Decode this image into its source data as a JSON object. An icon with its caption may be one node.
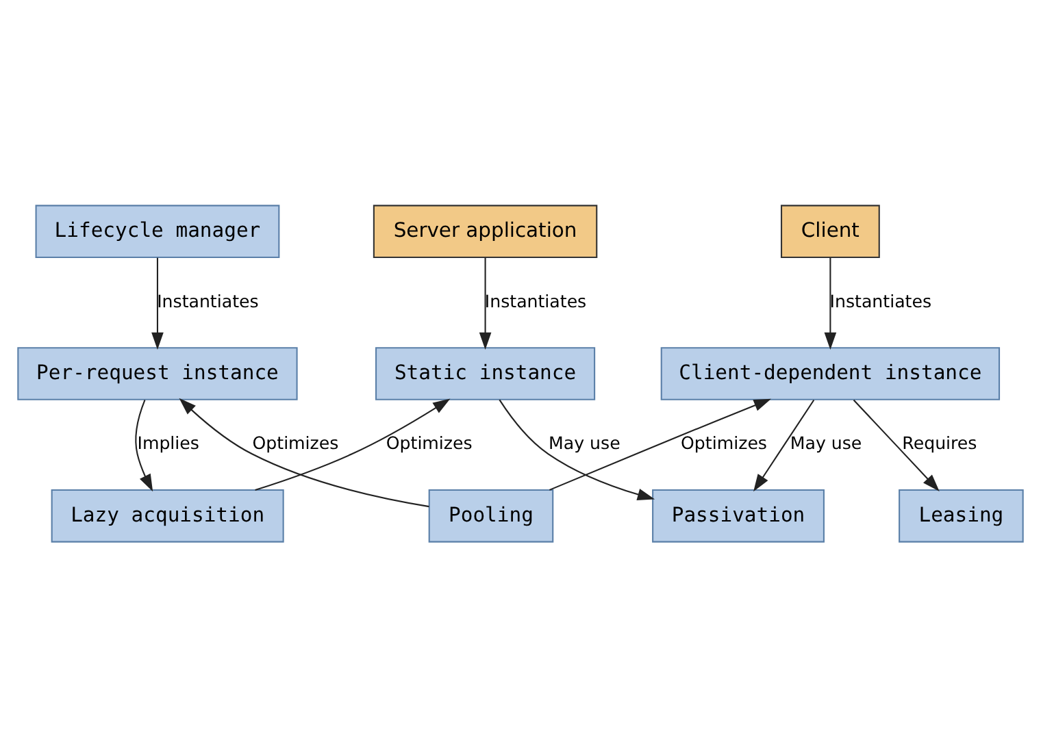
{
  "diagram": {
    "nodes": [
      {
        "text": [
          "Server application"
        ]
      },
      {
        "text": [
          "Lifecycle manager"
        ]
      },
      {
        "text": [
          "Client"
        ]
      },
      {
        "text": [
          "Static instance"
        ]
      },
      {
        "text": [
          "Per-request instance"
        ]
      },
      {
        "text": [
          "Client-dependent instance"
        ]
      },
      {
        "text": [
          "Lazy acquisition"
        ]
      },
      {
        "text": [
          "Pooling"
        ]
      },
      {
        "text": [
          "Leasing"
        ]
      },
      {
        "text": [
          "Passivation"
        ]
      }
    ],
    "edges": [
      {
        "from": 0,
        "to": 3,
        "arrow": "to",
        "label": "Instantiates"
      },
      {
        "from": 1,
        "to": 4,
        "arrow": "to",
        "label": "Instantiates"
      },
      {
        "from": 2,
        "to": 5,
        "arrow": "to",
        "label": "Instantiates"
      },
      {
        "from": 6,
        "to": 3,
        "arrow": "to",
        "label": "Optimizes"
      },
      {
        "from": 4,
        "to": 6,
        "arrow": "to",
        "label": "Implies"
      },
      {
        "from": 7,
        "to": 4,
        "arrow": "to",
        "label": "Optimizes"
      },
      {
        "from": 7,
        "to": 5,
        "arrow": "to",
        "label": "Optimizes"
      },
      {
        "from": 5,
        "to": 8,
        "arrow": "to",
        "label": "Requires"
      },
      {
        "from": 3,
        "to": 9,
        "arrow": "to",
        "label": "May use"
      },
      {
        "from": 5,
        "to": 9,
        "arrow": "to",
        "label": "May use"
      }
    ]
  }
}
